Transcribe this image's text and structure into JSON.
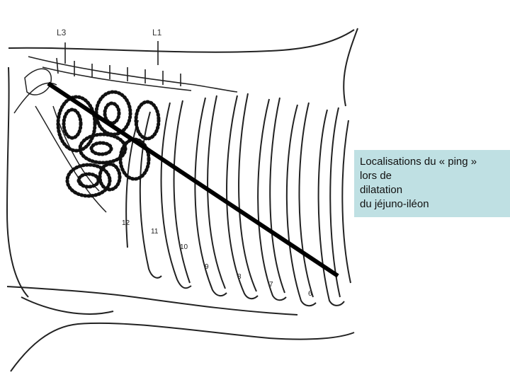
{
  "vertebra_labels": {
    "l3": "L3",
    "l1": "L1"
  },
  "rib_numbers": [
    "12",
    "11",
    "10",
    "9",
    "8",
    "7",
    "6"
  ],
  "caption": {
    "lines": [
      "Localisations du « ping »",
      "lors de",
      "dilatation",
      "du jéjuno-iléon"
    ],
    "background": "#bfe0e3"
  }
}
